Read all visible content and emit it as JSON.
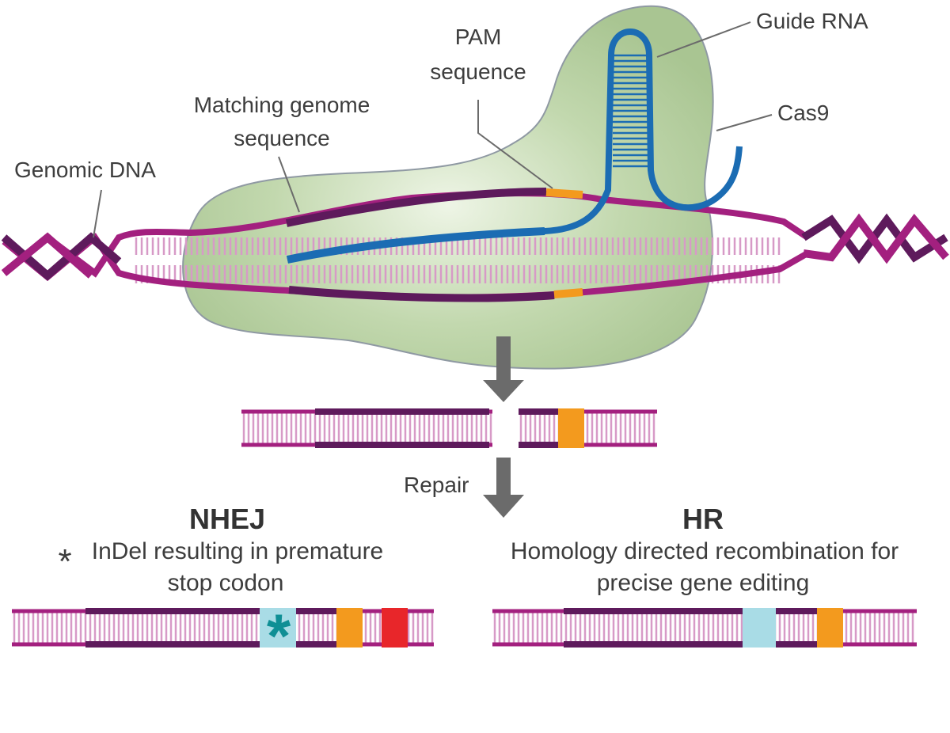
{
  "colors": {
    "cas9_fill": "#a9c592",
    "cas9_highlight": "#eef5e6",
    "cas9_outline": "#8f99a3",
    "dna_strand": "#a3207f",
    "dna_rungs": "#d79ac7",
    "matching_sequence": "#5e1a5c",
    "guide_rna": "#1b6cb3",
    "pam": "#f39a1e",
    "inserted_sequence": "#a9dce6",
    "stop_codon": "#e8262a",
    "arrow": "#6b6b6b",
    "indel_asterisk": "#0f8f95"
  },
  "labels": {
    "genomic_dna": "Genomic DNA",
    "matching_line1": "Matching genome",
    "matching_line2": "sequence",
    "pam_line1": "PAM",
    "pam_line2": "sequence",
    "guide_rna": "Guide RNA",
    "cas9": "Cas9",
    "repair": "Repair"
  },
  "nhej": {
    "title": "NHEJ",
    "asterisk": "*",
    "line1": "InDel resulting in premature",
    "line2": "stop codon"
  },
  "hr": {
    "title": "HR",
    "line1": "Homology directed recombination for",
    "line2": "precise gene editing"
  },
  "icons": {
    "arrow": "down-arrow-icon",
    "indel_marker": "asterisk-icon"
  }
}
